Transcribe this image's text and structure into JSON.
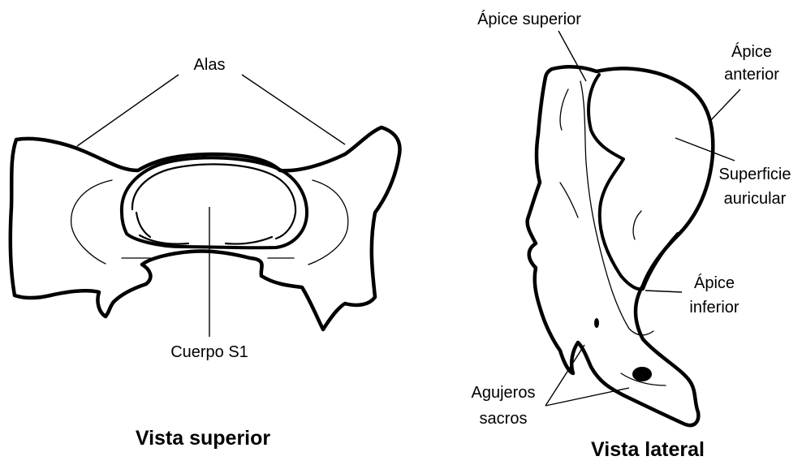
{
  "superior_view": {
    "caption": "Vista superior",
    "labels": {
      "alas": "Alas",
      "cuerpo": "Cuerpo S1"
    }
  },
  "lateral_view": {
    "caption": "Vista lateral",
    "labels": {
      "apice_superior": "Ápice superior",
      "apice_anterior_1": "Ápice",
      "apice_anterior_2": "anterior",
      "superficie_1": "Superficie",
      "superficie_2": "auricular",
      "apice_inferior_1": "Ápice",
      "apice_inferior_2": "inferior",
      "agujeros_1": "Agujeros",
      "agujeros_2": "sacros"
    }
  }
}
